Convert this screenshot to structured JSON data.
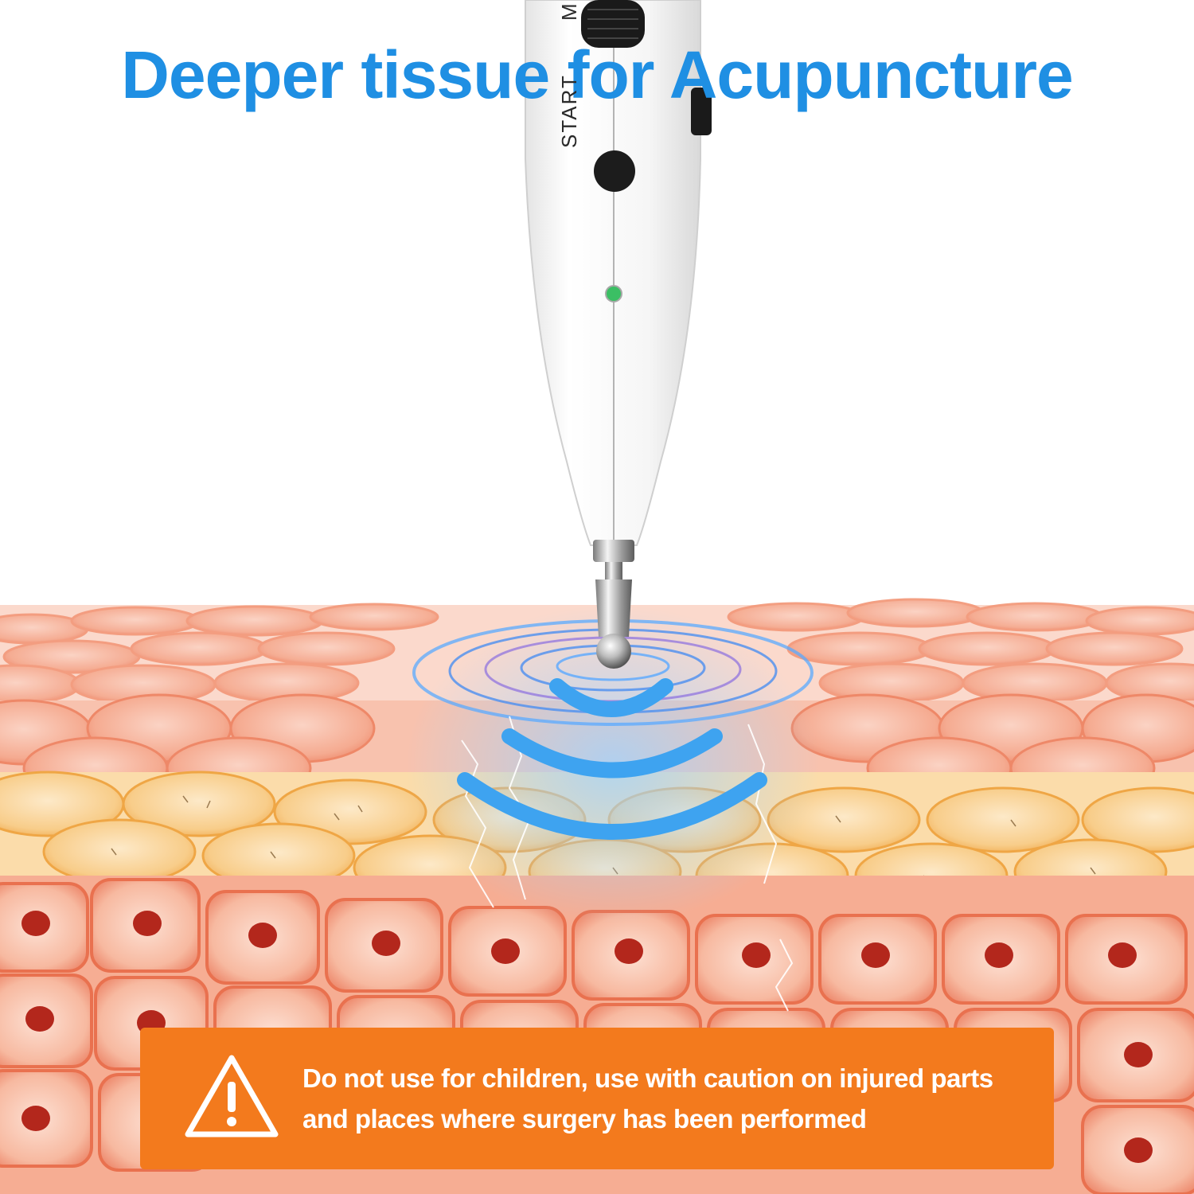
{
  "headline": "Deeper tissue for Acupuncture",
  "device": {
    "start_label": "START",
    "mode_label": "M"
  },
  "warning": {
    "line1": "Do not use for children, use with caution on injured parts",
    "line2": "and places where surgery has been performed",
    "icon": "warning-triangle-icon"
  },
  "colors": {
    "headline": "#1f8fe3",
    "warning_bg": "#f37a1d",
    "pulse_arc": "#3ea3f0"
  }
}
